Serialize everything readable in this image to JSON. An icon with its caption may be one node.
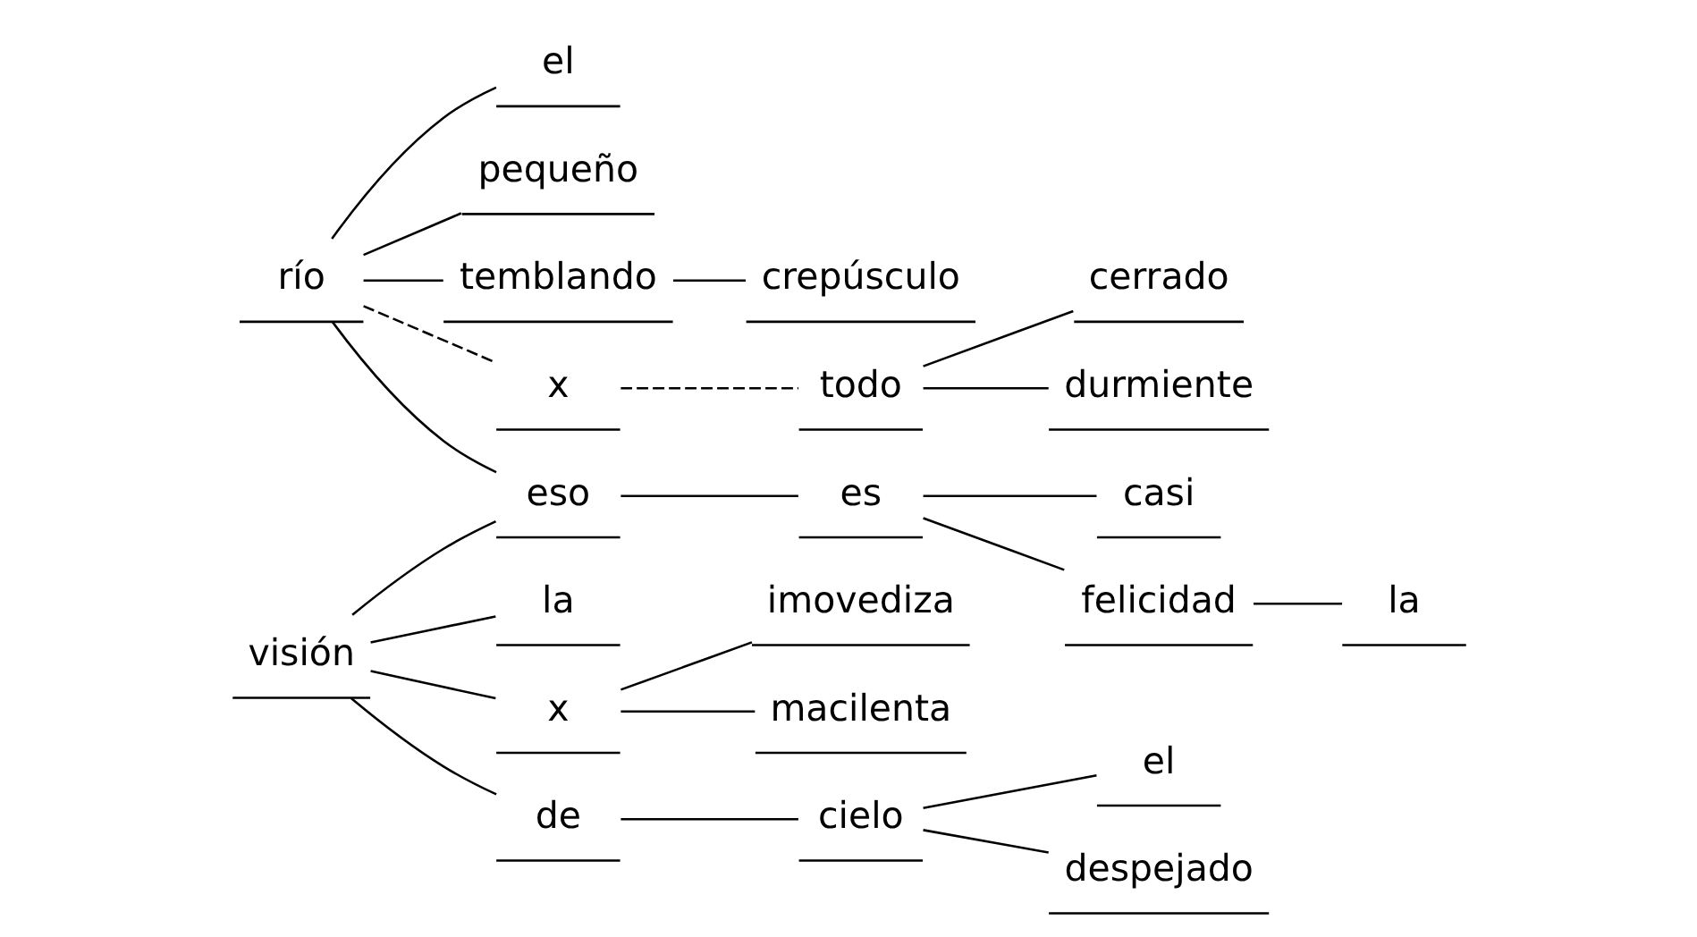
{
  "diagram": {
    "nodes": [
      {
        "text": [
          "río"
        ]
      },
      {
        "text": [
          "el"
        ]
      },
      {
        "text": [
          "pequeño"
        ]
      },
      {
        "text": [
          "temblando"
        ]
      },
      {
        "text": [
          "crepúsculo"
        ]
      },
      {
        "text": [
          "visión"
        ]
      },
      {
        "text": [
          "la"
        ]
      },
      {
        "text": [
          "x"
        ]
      },
      {
        "text": [
          "imovediza"
        ]
      },
      {
        "text": [
          "macilenta"
        ]
      },
      {
        "text": [
          "de"
        ]
      },
      {
        "text": [
          "cielo"
        ]
      },
      {
        "text": [
          "el"
        ]
      },
      {
        "text": [
          "despejado"
        ]
      },
      {
        "text": [
          "x"
        ]
      },
      {
        "text": [
          "todo"
        ]
      },
      {
        "text": [
          "cerrado"
        ]
      },
      {
        "text": [
          "durmiente"
        ]
      },
      {
        "text": [
          "eso"
        ]
      },
      {
        "text": [
          "es"
        ]
      },
      {
        "text": [
          "casi"
        ]
      },
      {
        "text": [
          "felicidad"
        ]
      },
      {
        "text": [
          "la"
        ]
      }
    ],
    "edges": [
      {
        "from": 0,
        "to": 1,
        "arrow": "none"
      },
      {
        "from": 0,
        "to": 2,
        "arrow": "none"
      },
      {
        "from": 0,
        "to": 3,
        "arrow": "none"
      },
      {
        "from": 3,
        "to": 4,
        "arrow": "none"
      },
      {
        "from": 5,
        "to": 6,
        "arrow": "none"
      },
      {
        "from": 5,
        "to": 7,
        "arrow": "none"
      },
      {
        "from": 7,
        "to": 8,
        "arrow": "none"
      },
      {
        "from": 7,
        "to": 9,
        "arrow": "none"
      },
      {
        "from": 5,
        "to": 10,
        "arrow": "none"
      },
      {
        "from": 10,
        "to": 11,
        "arrow": "none"
      },
      {
        "from": 11,
        "to": 12,
        "arrow": "none"
      },
      {
        "from": 11,
        "to": 13,
        "arrow": "none"
      },
      {
        "from": 0,
        "to": 14,
        "arrow": "none",
        "style": "dashed"
      },
      {
        "from": 14,
        "to": 15,
        "arrow": "none",
        "style": "dashed"
      },
      {
        "from": 15,
        "to": 16,
        "arrow": "none"
      },
      {
        "from": 15,
        "to": 17,
        "arrow": "none"
      },
      {
        "from": 0,
        "to": 18,
        "arrow": "none"
      },
      {
        "from": 5,
        "to": 18,
        "arrow": "none"
      },
      {
        "from": 18,
        "to": 19,
        "arrow": "none"
      },
      {
        "from": 19,
        "to": 20,
        "arrow": "none"
      },
      {
        "from": 19,
        "to": 21,
        "arrow": "none"
      },
      {
        "from": 21,
        "to": 22,
        "arrow": "none"
      }
    ]
  }
}
